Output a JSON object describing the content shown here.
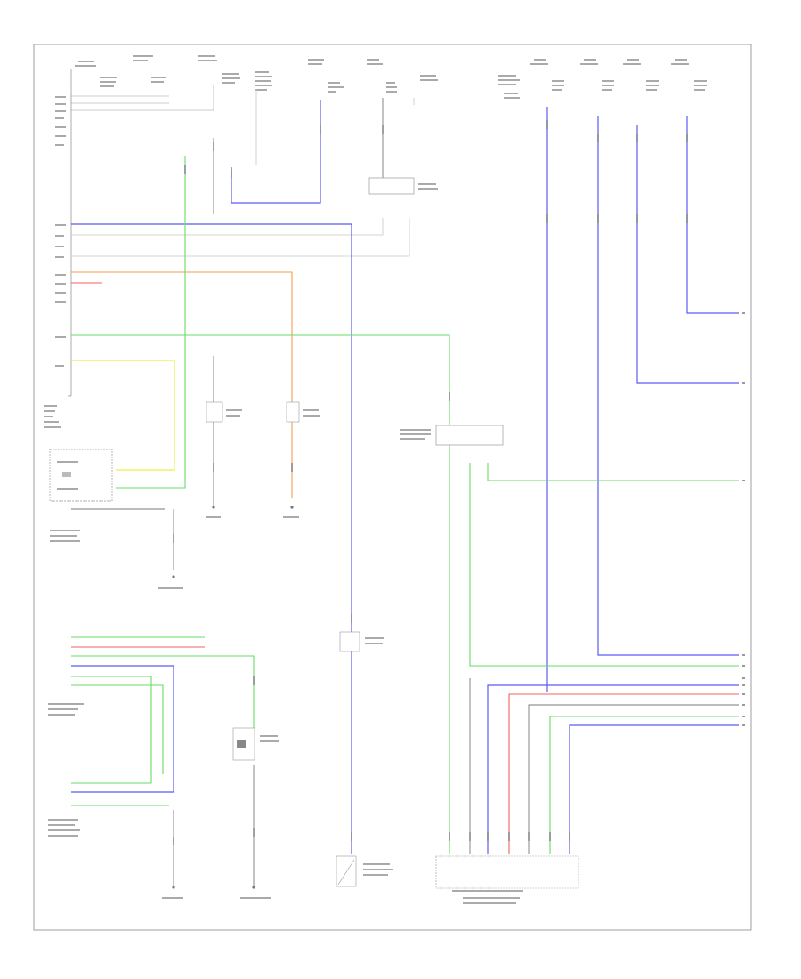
{
  "page": {
    "footer_mark": ""
  },
  "colors": {
    "blue": "#5a5af5",
    "green": "#66dd66",
    "yellow": "#eeee44",
    "orange": "#f0a050",
    "red": "#f06060",
    "gray": "#7a7a7a",
    "ltgray": "#c8c8c8",
    "frame": "#888888"
  },
  "components": {
    "top_connectors": [
      {
        "id": "c1"
      },
      {
        "id": "c2"
      },
      {
        "id": "c3"
      },
      {
        "id": "c4"
      },
      {
        "id": "c5"
      },
      {
        "id": "c6"
      },
      {
        "id": "c7"
      },
      {
        "id": "c8"
      },
      {
        "id": "c9"
      },
      {
        "id": "c10"
      },
      {
        "id": "c11"
      },
      {
        "id": "c12"
      }
    ],
    "left_module": {
      "id": "body-ecu"
    },
    "left_switch": {
      "id": "front-door-switch"
    },
    "lower_left_switch_a": {
      "id": "window-switch-a"
    },
    "lower_left_switch_b": {
      "id": "window-switch-b"
    },
    "relay_top": {
      "id": "relay-top"
    },
    "relay_mid": {
      "id": "junction-mid"
    },
    "relay_center": {
      "id": "relay-center"
    },
    "motor": {
      "id": "motor"
    },
    "bottom_connector": {
      "id": "bottom-connector"
    }
  }
}
